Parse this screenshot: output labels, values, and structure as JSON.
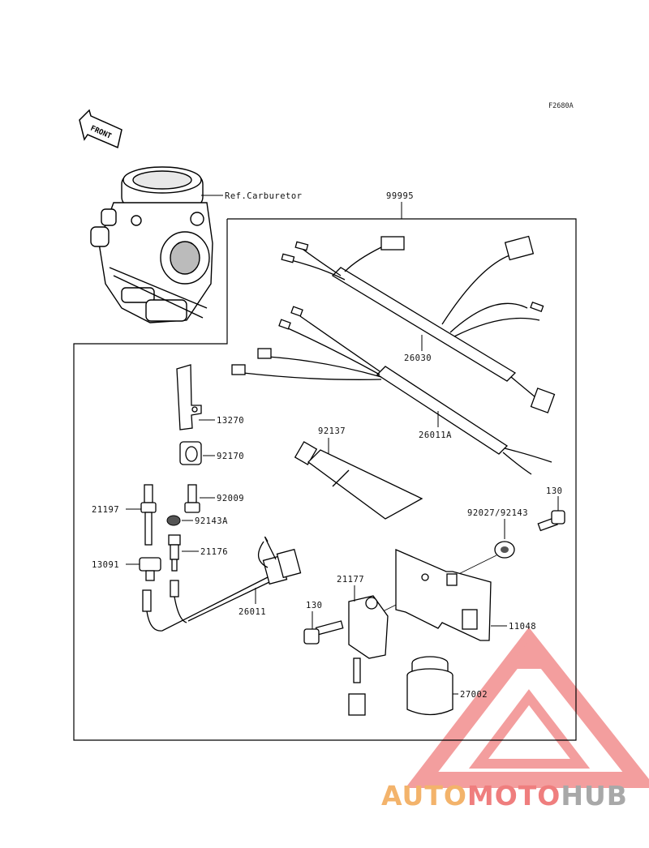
{
  "diagram": {
    "code": "F2680A",
    "front_label": "FRONT",
    "labels": {
      "ref_carburetor": "Ref.Carburetor",
      "p99995": "99995",
      "p26030": "26030",
      "p26011A": "26011A",
      "p13270": "13270",
      "p92170": "92170",
      "p92137": "92137",
      "p92009": "92009",
      "p21197": "21197",
      "p92143A": "92143A",
      "p130_top": "130",
      "p92027_92143": "92027/92143",
      "p21176": "21176",
      "p13091": "13091",
      "p21177": "21177",
      "p130_left": "130",
      "p26011": "26011",
      "p11048": "11048",
      "p27002": "27002"
    }
  },
  "watermark": {
    "part1": "AUTO",
    "part2": "MOTO",
    "part3": "HUB",
    "colors": {
      "orange": "#f3b36b",
      "red": "#ef7e7e",
      "gray": "#a8a8a8"
    }
  }
}
